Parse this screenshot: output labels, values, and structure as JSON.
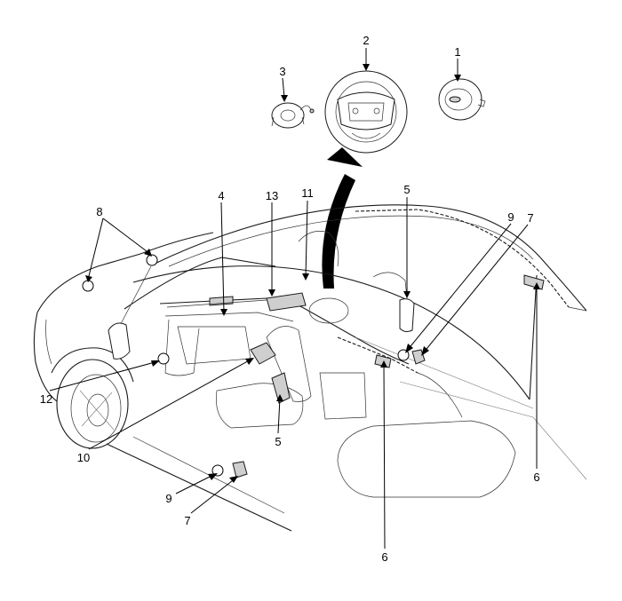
{
  "callouts": [
    {
      "id": "c1",
      "label": "1"
    },
    {
      "id": "c2",
      "label": "2"
    },
    {
      "id": "c3",
      "label": "3"
    },
    {
      "id": "c4",
      "label": "4"
    },
    {
      "id": "c5a",
      "label": "5"
    },
    {
      "id": "c5b",
      "label": "5"
    },
    {
      "id": "c6a",
      "label": "6"
    },
    {
      "id": "c6b",
      "label": "6"
    },
    {
      "id": "c7a",
      "label": "7"
    },
    {
      "id": "c7b",
      "label": "7"
    },
    {
      "id": "c8",
      "label": "8"
    },
    {
      "id": "c9a",
      "label": "9"
    },
    {
      "id": "c9b",
      "label": "9"
    },
    {
      "id": "c10",
      "label": "10"
    },
    {
      "id": "c11",
      "label": "11"
    },
    {
      "id": "c12",
      "label": "12"
    },
    {
      "id": "c13",
      "label": "13"
    }
  ]
}
